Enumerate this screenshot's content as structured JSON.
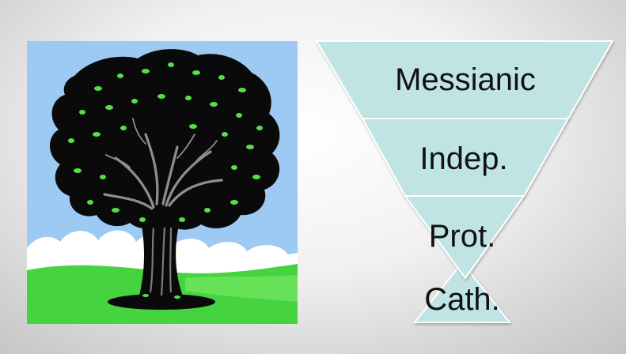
{
  "slide": {
    "clipart": {
      "icon": "tree-clipart",
      "colors": {
        "sky": "#9dcaf2",
        "cloud": "#ffffff",
        "grass": "#45d43f",
        "foliage": "#0a0a0a",
        "leaf_spot": "#55e04a",
        "branch": "#8f8f8f"
      }
    },
    "pyramid": {
      "fill_color": "#c0e4e4",
      "tiers": [
        {
          "label": "Messianic"
        },
        {
          "label": "Indep."
        },
        {
          "label": "Prot."
        },
        {
          "label": "Cath."
        }
      ]
    }
  }
}
